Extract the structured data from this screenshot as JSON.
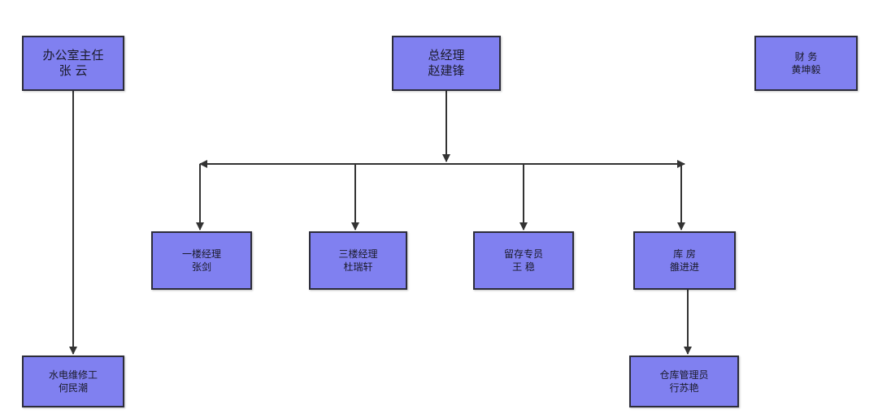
{
  "nodes": {
    "office_director": {
      "role": "办公室主任",
      "person": "张 云"
    },
    "general_manager": {
      "role": "总经理",
      "person": "赵建锋"
    },
    "finance": {
      "role": "财 务",
      "person": "黄坤毅"
    },
    "floor1_manager": {
      "role": "一楼经理",
      "person": "张剑"
    },
    "floor3_manager": {
      "role": "三楼经理",
      "person": "杜瑞轩"
    },
    "retention_specialist": {
      "role": "留存专员",
      "person": "王 稳"
    },
    "storeroom": {
      "role": "库 房",
      "person": "雒进进"
    },
    "maintenance": {
      "role": "水电维修工",
      "person": "何民潮"
    },
    "warehouse_keeper": {
      "role": "仓库管理员",
      "person": "行苏艳"
    }
  },
  "colors": {
    "node_fill": "#8080f0",
    "node_border": "#2c2c3a",
    "connector": "#333333"
  }
}
